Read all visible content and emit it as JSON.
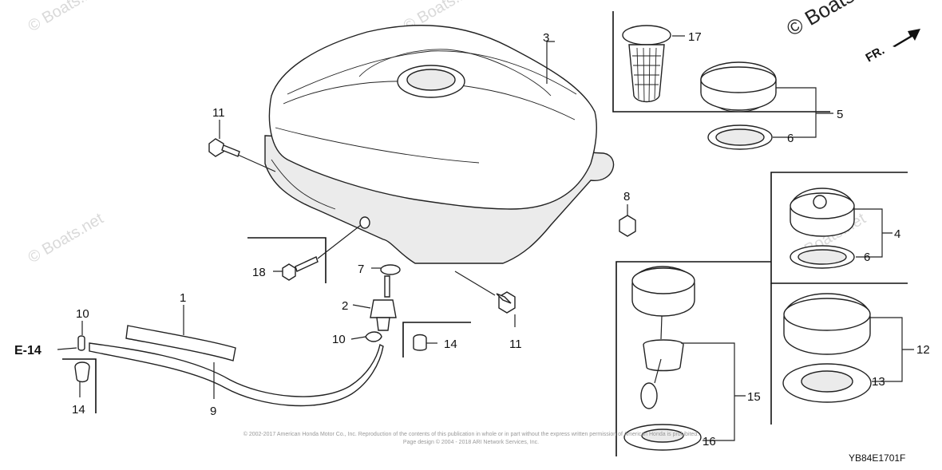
{
  "watermarks": {
    "small": "© Boats.net",
    "corner": "© Boats"
  },
  "orientation": {
    "label": "FR."
  },
  "reference": {
    "label": "E-14"
  },
  "diagram_code": "YB84E1701F",
  "footer": {
    "line1": "© 2002-2017 American Honda Motor Co., Inc. Reproduction of the contents of this publication in whole or in part without the express written permission of American Honda is prohibited.",
    "line2": "Page design © 2004 - 2018 ARI Network Services, Inc."
  },
  "callouts": {
    "c1": "1",
    "c2": "2",
    "c3": "3",
    "c4": "4",
    "c5": "5",
    "c6a": "6",
    "c6b": "6",
    "c7": "7",
    "c8": "8",
    "c9": "9",
    "c10a": "10",
    "c10b": "10",
    "c11a": "11",
    "c11b": "11",
    "c12": "12",
    "c13": "13",
    "c14a": "14",
    "c14b": "14",
    "c15": "15",
    "c16": "16",
    "c17": "17",
    "c18": "18"
  }
}
